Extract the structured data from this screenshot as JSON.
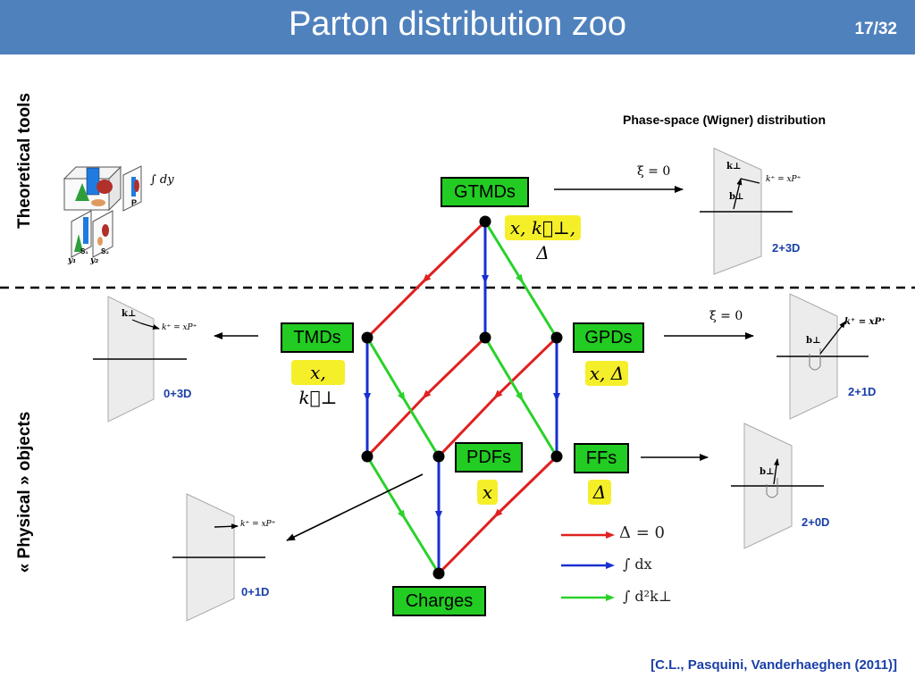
{
  "slide": {
    "title": "Parton distribution zoo",
    "page": "17/32"
  },
  "side_labels": {
    "top": "Theoretical tools",
    "bottom": "« Physical » objects"
  },
  "boxes": {
    "gtmds": "GTMDs",
    "tmds": "TMDs",
    "gpds": "GPDs",
    "pdfs": "PDFs",
    "ffs": "FFs",
    "charges": "Charges"
  },
  "variables": {
    "gtmds": "x, k⃗⊥, Δ",
    "tmds": "x, k⃗⊥",
    "gpds": "x, Δ",
    "pdfs": "x",
    "ffs": "Δ"
  },
  "wigner_title": "Phase-space (Wigner) distribution",
  "xi_labels": {
    "top": "ξ = 0",
    "gpd": "ξ = 0"
  },
  "dimensions": {
    "wigner": "2+3D",
    "tmd": "0+3D",
    "gpd": "2+1D",
    "ff": "2+0D",
    "pdf": "0+1D"
  },
  "plane_labels": {
    "k_perp": "k⊥",
    "b_perp": "b⊥",
    "kplus": "k⁺ = xP⁺"
  },
  "legend": [
    {
      "label": "Δ = 0",
      "color": "#e02020"
    },
    {
      "label": "∫ dx",
      "color": "#1a2fd0"
    },
    {
      "label": "∫ d²k⊥",
      "color": "#2ad12a"
    }
  ],
  "reference": "[C.L., Pasquini, Vanderhaeghen (2011)]",
  "icon_labels": {
    "integral": "∫ dy",
    "p": "P",
    "s1": "S₁",
    "s2": "S₂",
    "y1": "y₁",
    "y2": "y₂"
  },
  "colors": {
    "header": "#4f81bd",
    "box": "#22cc22",
    "highlight": "#f5ef2a",
    "red": "#e02020",
    "blue": "#1a2fd0",
    "green": "#2ad12a",
    "dim_text": "#1a3fa8"
  }
}
